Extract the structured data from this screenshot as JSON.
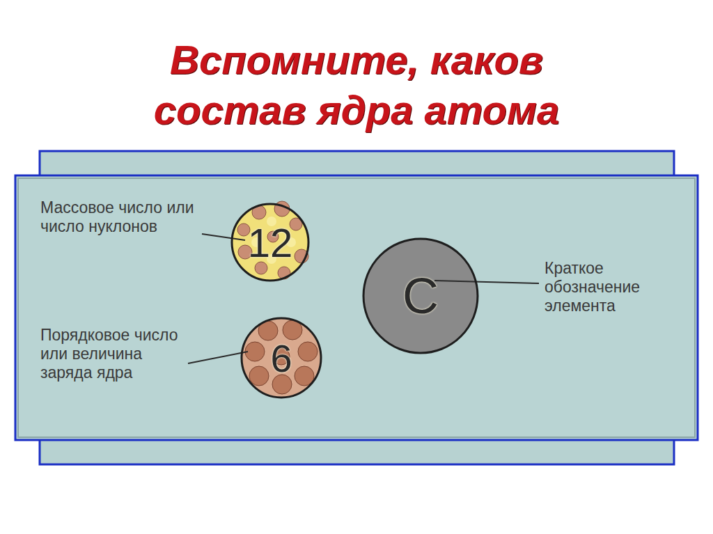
{
  "diagram": {
    "title": "Вспомните, каков состав ядра атома",
    "nodes": [
      {
        "text": [
          "12"
        ]
      },
      {
        "text": [
          "6"
        ]
      },
      {
        "text": [
          "C"
        ]
      }
    ],
    "labels": [
      "Массовое число или число нуклонов",
      "Порядковое число или величина заряда ядра",
      "Краткое обозначение элемента"
    ]
  }
}
